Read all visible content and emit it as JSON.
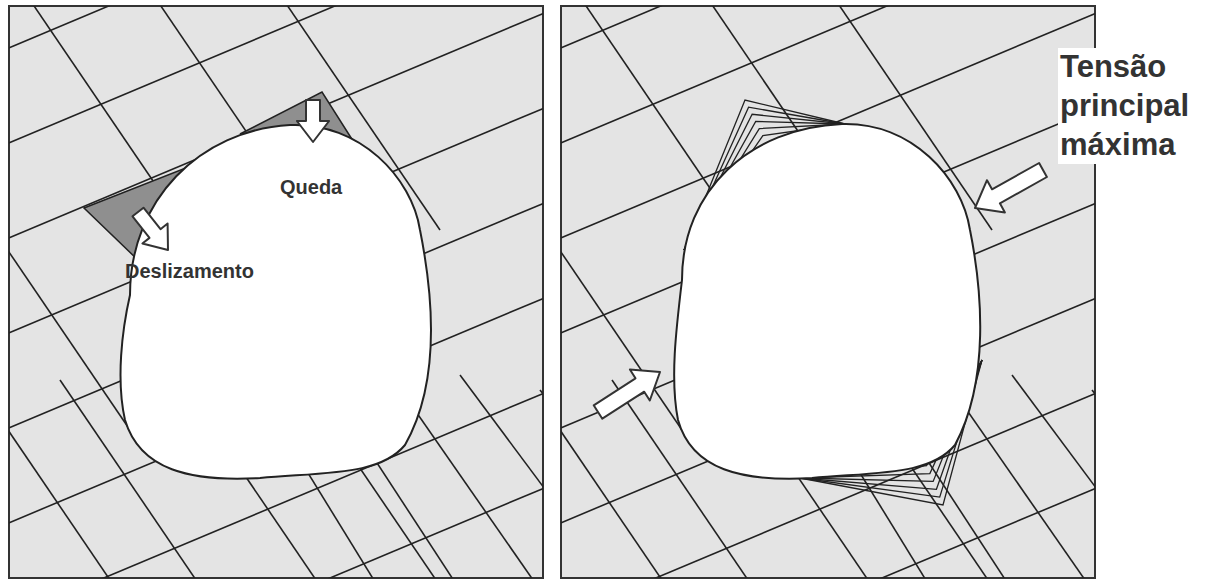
{
  "diagram": {
    "labels": [
      "Queda",
      "Deslizamento",
      "Tensão principal máxima"
    ]
  }
}
